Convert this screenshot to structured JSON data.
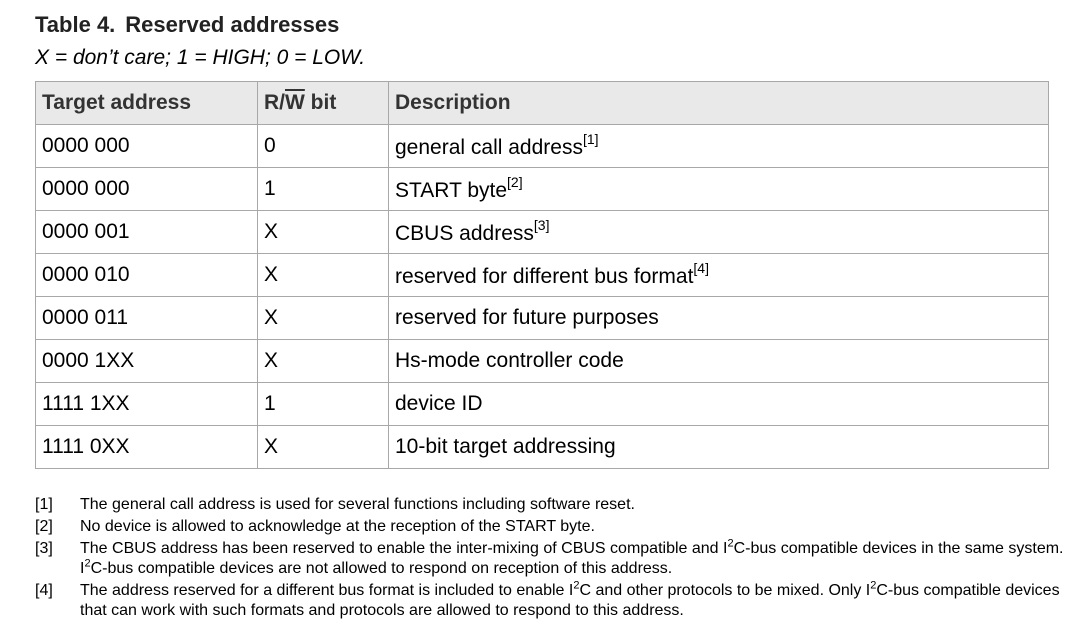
{
  "title": {
    "label": "Table 4.",
    "text": "Reserved addresses"
  },
  "subtitle": "X = don’t care; 1 = HIGH; 0 = LOW.",
  "table": {
    "headers": {
      "target": "Target address",
      "rw_prefix": "R/",
      "rw_over": "W",
      "rw_suffix": " bit",
      "desc": "Description"
    },
    "rows": [
      {
        "address": "0000 000",
        "rw": "0",
        "desc": "general call address",
        "ref": "[1]"
      },
      {
        "address": "0000 000",
        "rw": "1",
        "desc": "START byte",
        "ref": "[2]"
      },
      {
        "address": "0000 001",
        "rw": "X",
        "desc": "CBUS address",
        "ref": "[3]"
      },
      {
        "address": "0000 010",
        "rw": "X",
        "desc": "reserved for different bus format",
        "ref": "[4]"
      },
      {
        "address": "0000 011",
        "rw": "X",
        "desc": "reserved for future purposes",
        "ref": ""
      },
      {
        "address": "0000 1XX",
        "rw": "X",
        "desc": "Hs-mode controller code",
        "ref": ""
      },
      {
        "address": "1111 1XX",
        "rw": "1",
        "desc": "device ID",
        "ref": ""
      },
      {
        "address": "1111 0XX",
        "rw": "X",
        "desc": "10-bit target addressing",
        "ref": ""
      }
    ]
  },
  "notes": [
    {
      "num": "[1]",
      "parts": [
        "The general call address is used for several functions including software reset."
      ]
    },
    {
      "num": "[2]",
      "parts": [
        "No device is allowed to acknowledge at the reception of the START byte."
      ]
    },
    {
      "num": "[3]",
      "parts": [
        "The CBUS address has been reserved to enable the inter-mixing of CBUS compatible and I",
        "C-bus compatible devices in the same system. I",
        "C-bus compatible devices are not allowed to respond on reception of this address."
      ],
      "sup": "2"
    },
    {
      "num": "[4]",
      "parts": [
        "The address reserved for a different bus format is included to enable I",
        "C and other protocols to be mixed. Only I",
        "C-bus compatible devices that can work with such formats and protocols are allowed to respond to this address."
      ],
      "sup": "2"
    }
  ]
}
